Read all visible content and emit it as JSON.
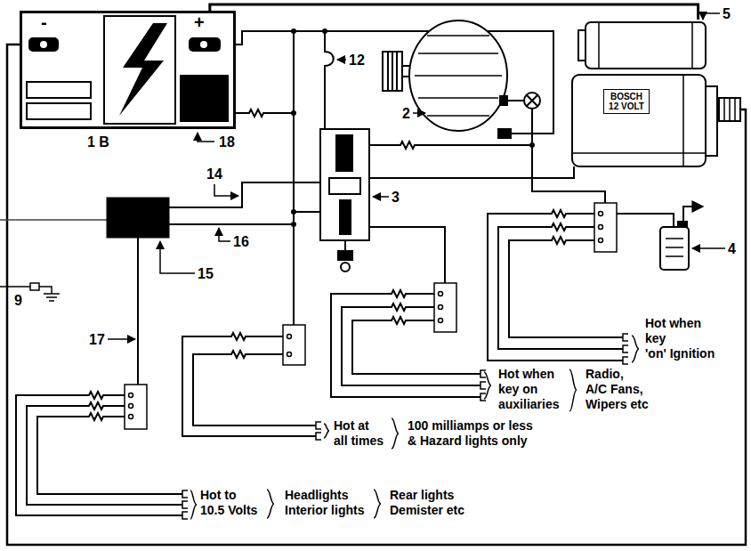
{
  "diagram": {
    "nodes": [
      {
        "text": [
          "-",
          "+"
        ]
      },
      {
        "text": [
          "BOSCH 12 VOLT"
        ]
      }
    ],
    "edges": [
      {
        "from": 0,
        "to": 1,
        "arrow": "none"
      }
    ],
    "labels": [
      "1 B",
      "18",
      "12",
      "2",
      "5",
      "14",
      "3",
      "16",
      "15",
      "4",
      "9",
      "17",
      "Hot when key 'on' Ignition",
      "Hot when key on auxiliaries",
      "Radio, A/C Fans, Wipers etc",
      "Hot at all times",
      "100 milliamps or less & Hazard lights only",
      "Hot to 10.5 Volts",
      "Headlights Interior lights",
      "Rear lights Demister etc"
    ]
  }
}
